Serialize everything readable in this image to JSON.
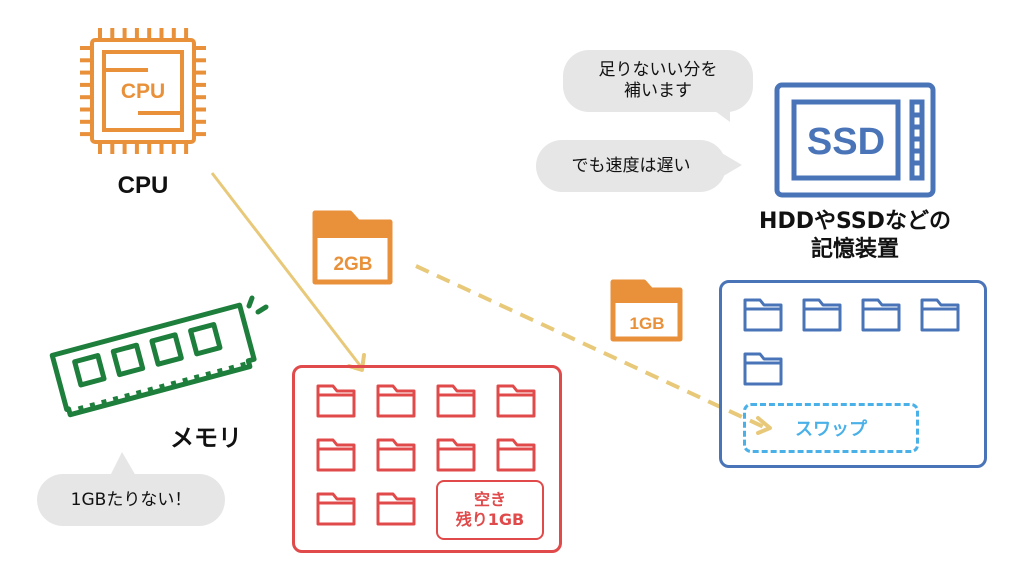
{
  "cpu": {
    "chip_text": "CPU",
    "label": "CPU",
    "color": "#e8913a"
  },
  "storage": {
    "chip_text": "SSD",
    "label_line1": "HDDやSSDなどの",
    "label_line2": "記憶装置",
    "color": "#4a74b8"
  },
  "memory": {
    "label": "メモリ",
    "color": "#1e7e3c"
  },
  "bubbles": {
    "supplement_line1": "足りないい分を",
    "supplement_line2": "補います",
    "slow": "でも速度は遅い",
    "shortage": "1GBたりない！"
  },
  "transfer": {
    "folder_2gb": "2GB",
    "folder_1gb": "1GB",
    "arrow_color": "#e8c97a"
  },
  "ram_box": {
    "color": "#e04a4a",
    "folder_count": 10,
    "free_line1": "空き",
    "free_line2": "残り1GB"
  },
  "disk_box": {
    "color": "#4a74b8",
    "folder_count": 5,
    "swap_label": "スワップ",
    "swap_color": "#4ab0e8"
  }
}
